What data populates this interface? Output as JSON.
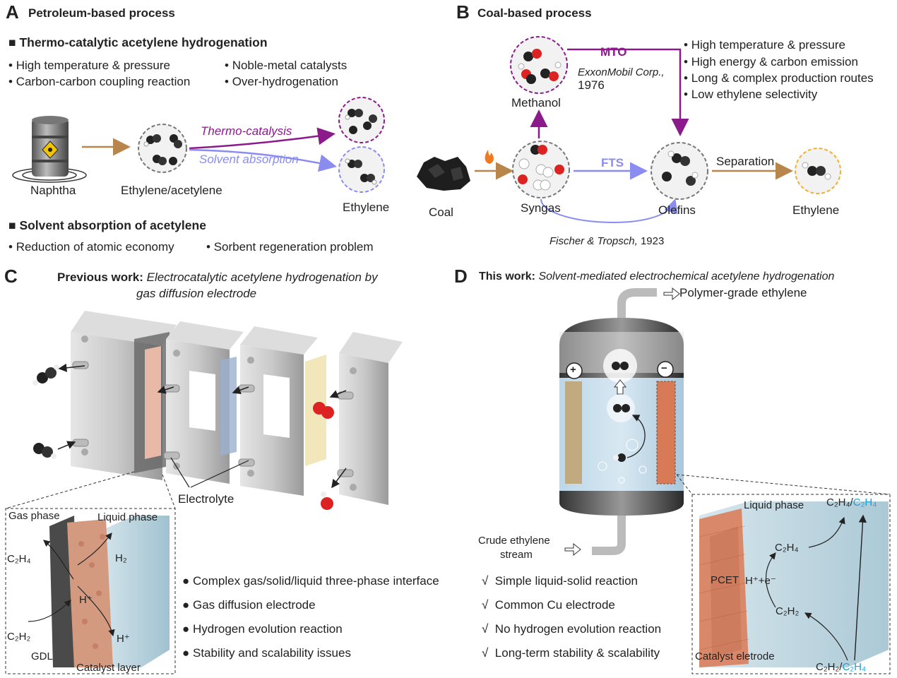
{
  "panelA": {
    "letter": "A",
    "title": "Petroleum-based process",
    "section1": "Thermo-catalytic acetylene hydrogenation",
    "bullets1": [
      "High temperature & pressure",
      "Carbon-carbon coupling reaction",
      "Noble-metal catalysts",
      "Over-hydrogenation"
    ],
    "naphtha": "Naphtha",
    "mixture": "Ethylene/acetylene",
    "thermo": "Thermo-catalysis",
    "solvent": "Solvent absorption",
    "ethylene": "Ethylene",
    "section2": "Solvent absorption of acetylene",
    "bullets2": [
      "Reduction of atomic economy",
      "Sorbent regeneration problem"
    ]
  },
  "panelB": {
    "letter": "B",
    "title": "Coal-based process",
    "methanol": "Methanol",
    "mto": "MTO",
    "exxon": "ExxonMobil Corp.,",
    "year1976": "1976",
    "bullets": [
      "High temperature & pressure",
      "High energy & carbon emission",
      "Long & complex production routes",
      "Low ethylene selectivity"
    ],
    "coal": "Coal",
    "syngas": "Syngas",
    "fts": "FTS",
    "olefins": "Olefins",
    "separation": "Separation",
    "ethylene": "Ethylene",
    "fischer": "Fischer & Tropsch,",
    "year1923": "1923"
  },
  "panelC": {
    "letter": "C",
    "title_bold": "Previous work:",
    "title_it1": "Electrocatalytic acetylene hydrogenation by",
    "title_it2": "gas diffusion electrode",
    "electrolyte": "Electrolyte",
    "gas_phase": "Gas phase",
    "liquid_phase": "Liquid phase",
    "c2h4": "C₂H₄",
    "h2": "H₂",
    "hplus1": "H⁺",
    "c2h2": "C₂H₂",
    "hplus2": "H⁺",
    "gdl": "GDL",
    "catalyst_layer": "Catalyst layer",
    "bullets": [
      "Complex gas/solid/liquid three-phase interface",
      "Gas diffusion electrode",
      "Hydrogen evolution reaction",
      "Stability and scalability issues"
    ]
  },
  "panelD": {
    "letter": "D",
    "title_bold": "This work:",
    "title_it": "Solvent-mediated electrochemical acetylene hydrogenation",
    "polymer": "Polymer-grade ethylene",
    "plus": "+",
    "minus": "−",
    "crude1": "Crude ethylene",
    "crude2": "stream",
    "check": "√",
    "bullets": [
      "Simple liquid-solid reaction",
      "Common Cu electrode",
      "No hydrogen evolution reaction",
      "Long-term stability & scalability"
    ],
    "liquid_phase": "Liquid phase",
    "out_top_a": "C₂H₄/",
    "out_top_b": "C₂H₄",
    "c2h4": "C₂H₄",
    "pcet": "PCET",
    "hplus_e": "H⁺+e⁻",
    "c2h2": "C₂H₂",
    "catalyst": "Catalyst eletrode",
    "in_bot_a": "C₂H₂/",
    "in_bot_b": "C₂H₄"
  },
  "colors": {
    "arrow_brown": "#b8864b",
    "purple": "#8b1a8b",
    "lavender": "#8a8cf0",
    "cyan": "#1aa0d8",
    "copper": "#d77a55"
  }
}
